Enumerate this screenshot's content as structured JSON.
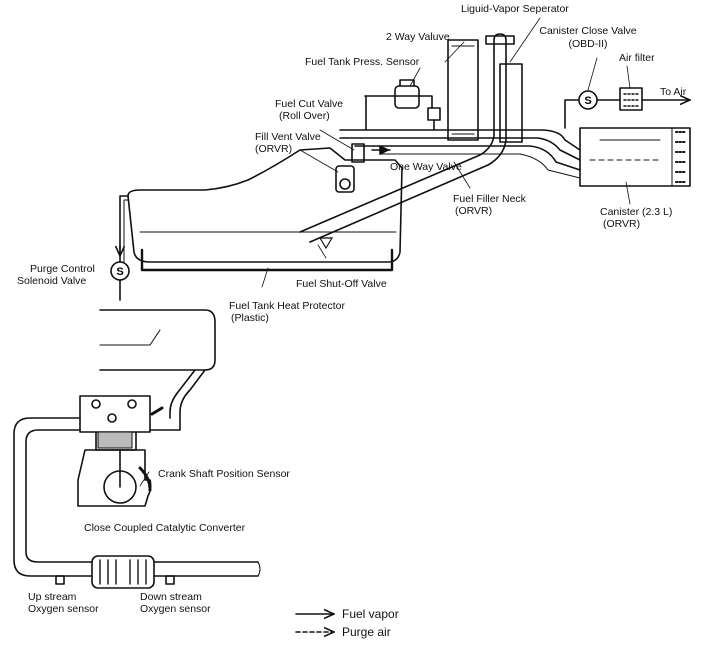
{
  "labels": {
    "liquid_vapor_separator": "Liguid-Vapor Seperator",
    "two_way_valve": "2 Way Valuve",
    "canister_close_valve_1": "Canister Close Valve",
    "canister_close_valve_2": "(OBD-II)",
    "air_filter": "Air filter",
    "to_air": "To Air",
    "fuel_tank_press_sensor": "Fuel Tank Press. Sensor",
    "fuel_cut_valve_1": "Fuel Cut Valve",
    "fuel_cut_valve_2": "(Roll Over)",
    "fill_vent_valve_1": "Fill Vent Valve",
    "fill_vent_valve_2": "(ORVR)",
    "one_way_valve": "One Way Valve",
    "fuel_filler_neck_1": "Fuel Filler Neck",
    "fuel_filler_neck_2": "(ORVR)",
    "canister_1": "Canister (2.3 L)",
    "canister_2": "(ORVR)",
    "purge_control_1": "Purge Control",
    "purge_control_2": "Solenoid Valve",
    "fuel_shutoff_valve": "Fuel Shut-Off Valve",
    "heat_protector_1": "Fuel Tank Heat Protector",
    "heat_protector_2": "(Plastic)",
    "crank_sensor": "Crank Shaft Position Sensor",
    "catalytic_converter": "Close Coupled Catalytic Converter",
    "upstream_1": "Up stream",
    "upstream_2": "Oxygen sensor",
    "downstream_1": "Down stream",
    "downstream_2": "Oxygen sensor",
    "solenoid_symbol": "S",
    "canister_valve_symbol": "S"
  },
  "legend": {
    "fuel_vapor": "Fuel vapor",
    "purge_air": "Purge air"
  }
}
